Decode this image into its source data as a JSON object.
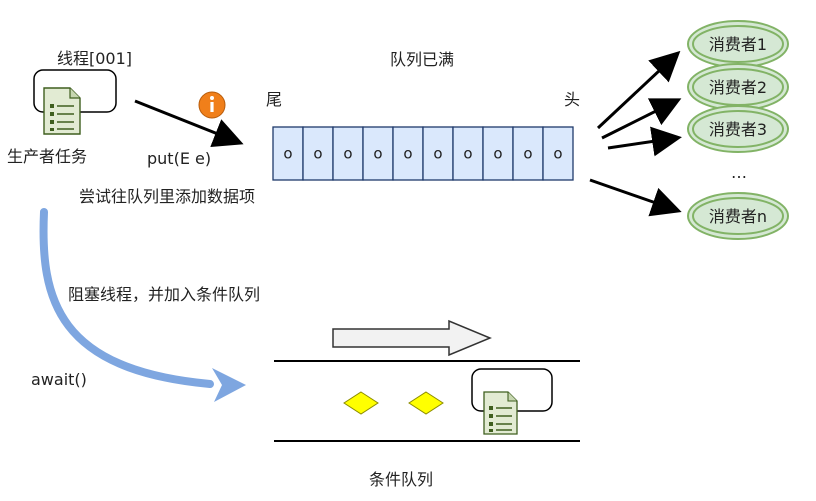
{
  "producer": {
    "thread_label": "线程[001]",
    "task_label": "生产者任务",
    "icon": "document-checklist-icon"
  },
  "queue": {
    "title": "队列已满",
    "tail_label": "尾",
    "head_label": "头",
    "put_label": "put(E e)",
    "attempt_label": "尝试往队列里添加数据项",
    "cells": [
      "o",
      "o",
      "o",
      "o",
      "o",
      "o",
      "o",
      "o",
      "o",
      "o"
    ],
    "info_icon": "info-icon",
    "cell_color": "#dae8fc"
  },
  "consumers": {
    "items": [
      "消费者1",
      "消费者2",
      "消费者3",
      "消费者n"
    ],
    "ellipsis": "…",
    "color": "#d5e8d4"
  },
  "blocking": {
    "label": "阻塞线程，并加入条件队列",
    "await_label": "await()",
    "arrow_color": "#7ea6e0"
  },
  "condition_queue": {
    "label": "条件队列",
    "marker_color": "#ffff00"
  }
}
